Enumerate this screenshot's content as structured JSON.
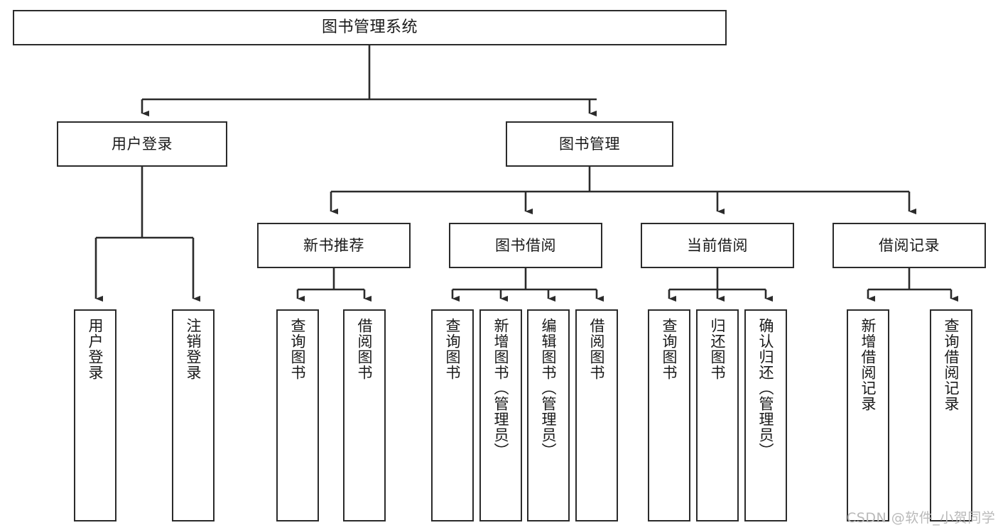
{
  "diagram": {
    "title": "图书管理系统",
    "type": "functional-structure-tree",
    "colors": {
      "stroke": "#2b2b2b",
      "fill": "#ffffff",
      "text": "#1a1a1a",
      "watermark": "#b9b9b9"
    },
    "watermark": "CSDN @软件_小贺同学"
  },
  "nodes": {
    "root": {
      "label": "图书管理系统"
    },
    "level2": [
      {
        "id": "user-login",
        "label": "用户登录"
      },
      {
        "id": "book-manage",
        "label": "图书管理"
      }
    ],
    "level3": [
      {
        "id": "new-book-recommend",
        "label": "新书推荐"
      },
      {
        "id": "book-borrow",
        "label": "图书借阅"
      },
      {
        "id": "current-borrow",
        "label": "当前借阅"
      },
      {
        "id": "borrow-record",
        "label": "借阅记录"
      }
    ],
    "leaves": {
      "user_login": [
        {
          "id": "leaf-user-login",
          "label": "用户登录"
        },
        {
          "id": "leaf-logout-login",
          "label": "注销登录"
        }
      ],
      "new_book_recommend": [
        {
          "id": "leaf-query-book-1",
          "label": "查询图书"
        },
        {
          "id": "leaf-borrow-book-1",
          "label": "借阅图书"
        }
      ],
      "book_borrow": [
        {
          "id": "leaf-query-book-2",
          "label": "查询图书"
        },
        {
          "id": "leaf-add-book",
          "label": "新增图书（管理员）"
        },
        {
          "id": "leaf-edit-book",
          "label": "编辑图书（管理员）"
        },
        {
          "id": "leaf-borrow-book-2",
          "label": "借阅图书"
        }
      ],
      "current_borrow": [
        {
          "id": "leaf-query-book-3",
          "label": "查询图书"
        },
        {
          "id": "leaf-return-book",
          "label": "归还图书"
        },
        {
          "id": "leaf-confirm-return",
          "label": "确认归还（管理员）"
        }
      ],
      "borrow_record": [
        {
          "id": "leaf-add-record",
          "label": "新增借阅记录"
        },
        {
          "id": "leaf-query-record",
          "label": "查询借阅记录"
        }
      ]
    }
  }
}
